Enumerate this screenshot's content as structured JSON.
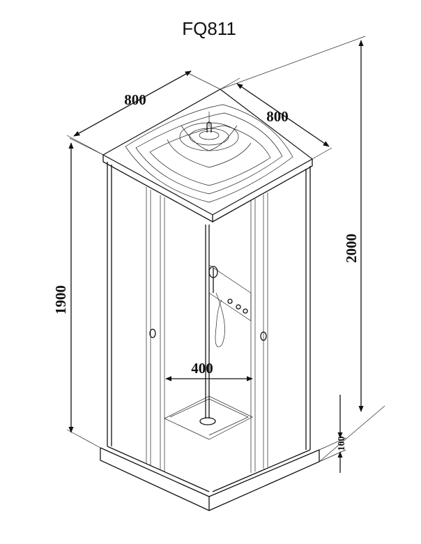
{
  "title": "FQ811",
  "dimensions": {
    "width_left": "800",
    "width_right": "800",
    "height_total": "2000",
    "height_cabin": "1900",
    "tray_width": "400",
    "base_height": "100"
  }
}
